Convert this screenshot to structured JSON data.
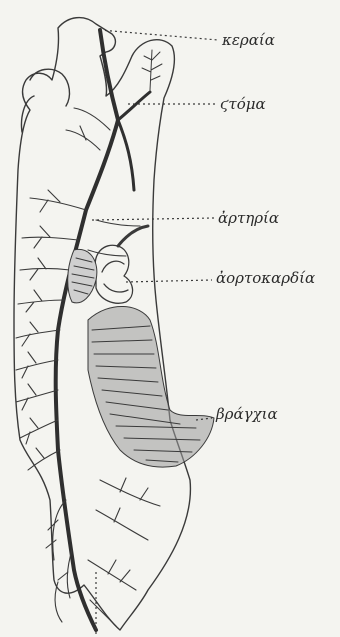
{
  "labels": {
    "keraia": "κεραία",
    "stoma": "ϛτόμα",
    "arteria": "ἀρτηρία",
    "aortokardia": "ἀορτοκαρδία",
    "branchia": "βράγχια"
  },
  "colors": {
    "ink": "#2a2a2a",
    "vessel": "#3a3a3a",
    "paper": "#f4f4f0",
    "gill_fill": "#8a8a8a"
  }
}
